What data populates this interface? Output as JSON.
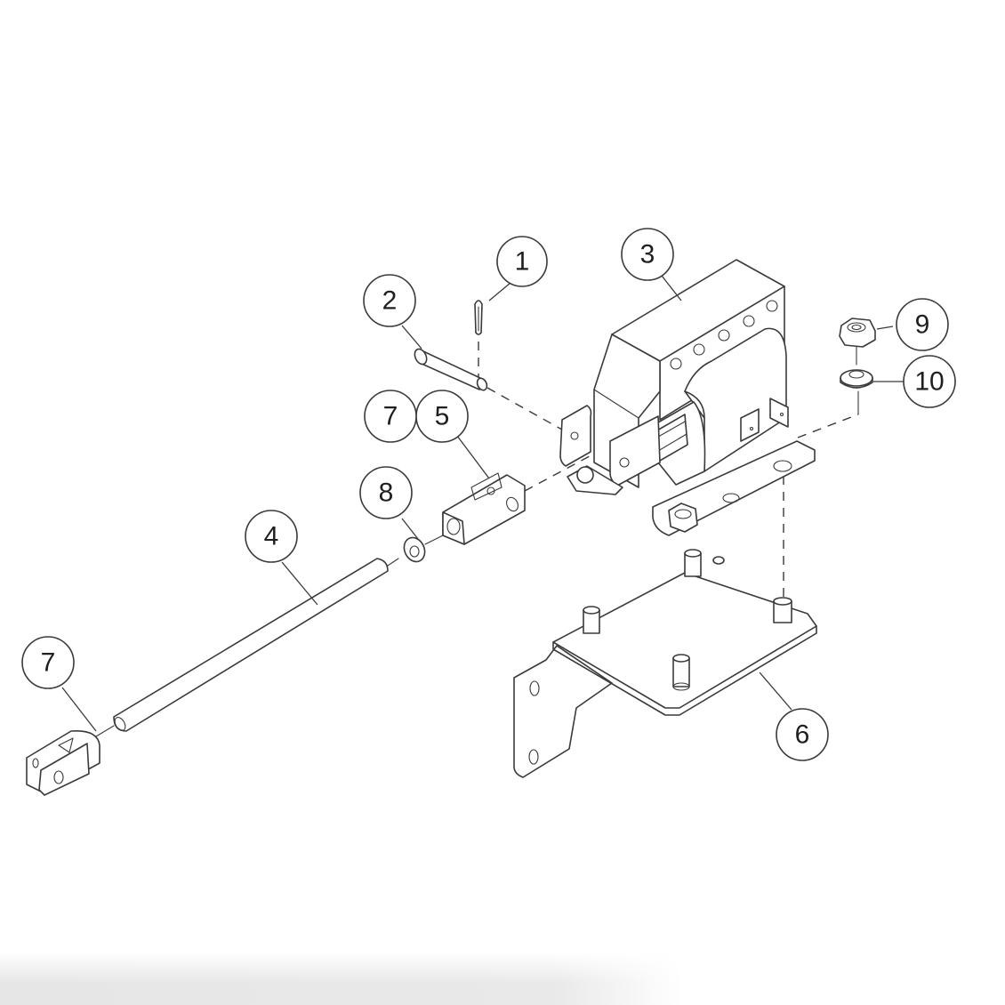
{
  "diagram": {
    "type": "exploded-parts-view",
    "background": "#ffffff",
    "line_color": "#3a3a3a",
    "callouts": [
      {
        "id": "1",
        "label": "1",
        "part": "cotter-pin"
      },
      {
        "id": "2",
        "label": "2",
        "part": "clevis-pin"
      },
      {
        "id": "3",
        "label": "3",
        "part": "solenoid"
      },
      {
        "id": "4",
        "label": "4",
        "part": "threaded-rod"
      },
      {
        "id": "5",
        "label": "5",
        "part": "clevis-yoke"
      },
      {
        "id": "6",
        "label": "6",
        "part": "mounting-bracket"
      },
      {
        "id": "7a",
        "label": "7",
        "part": "clevis-yoke-upper-reference"
      },
      {
        "id": "7b",
        "label": "7",
        "part": "clevis-yoke-end"
      },
      {
        "id": "8",
        "label": "8",
        "part": "jam-nut"
      },
      {
        "id": "9",
        "label": "9",
        "part": "lock-nut"
      },
      {
        "id": "10",
        "label": "10",
        "part": "flat-washer"
      }
    ]
  }
}
